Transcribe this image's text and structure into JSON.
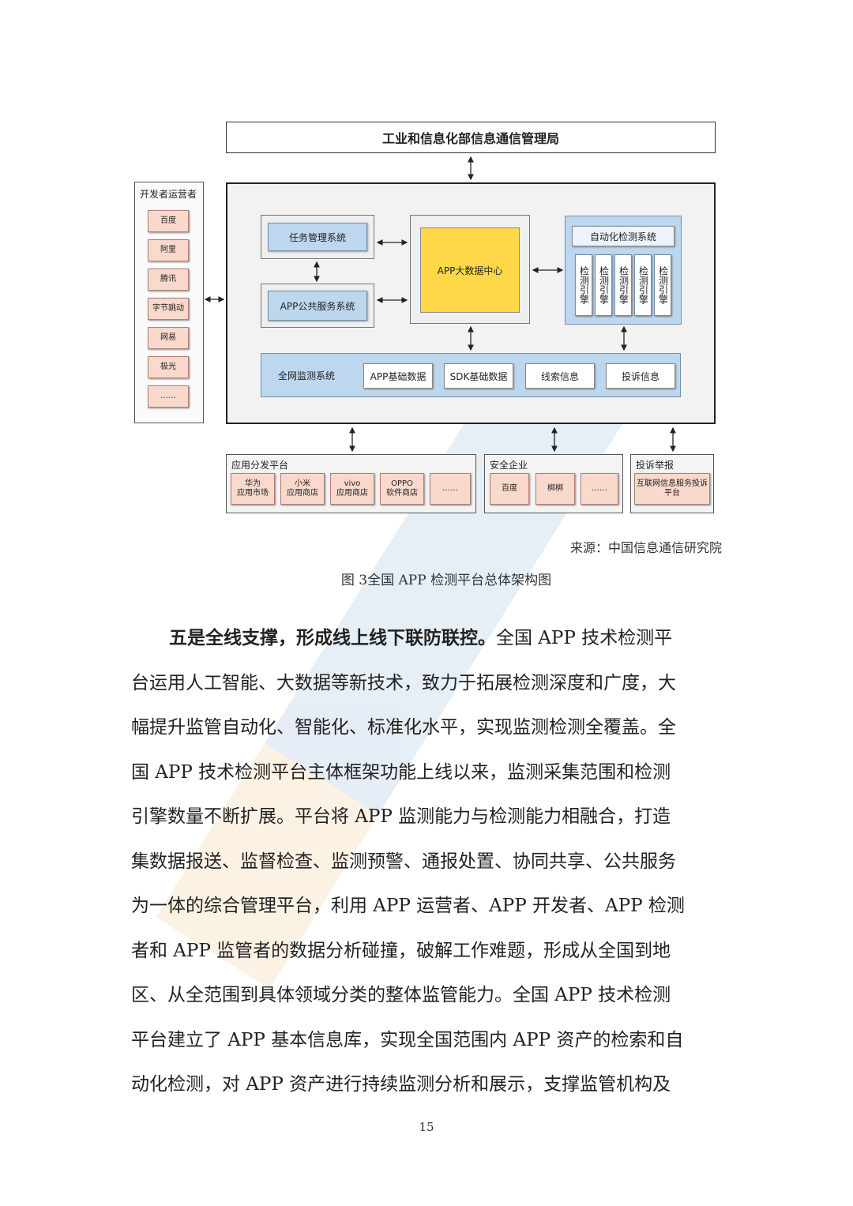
{
  "diagram": {
    "top_authority": "工业和信息化部信息通信管理局",
    "developers": {
      "title": "开发者运营者",
      "items": [
        "百度",
        "阿里",
        "腾讯",
        "字节跳动",
        "网易",
        "极光",
        "……"
      ]
    },
    "task_mgmt": "任务管理系统",
    "public_service": "APP公共服务系统",
    "big_data_center": "APP大数据中心",
    "auto_detect": {
      "title": "自动化检测系统",
      "engines": [
        "检测引擎",
        "检测引擎",
        "检测引擎",
        "检测引擎",
        "检测引擎"
      ]
    },
    "network_monitor": {
      "title": "全网监测系统",
      "items": [
        "APP基础数据",
        "SDK基础数据",
        "线索信息",
        "投诉信息"
      ]
    },
    "distribution": {
      "title": "应用分发平台",
      "items": [
        "华为\n应用市场",
        "小米\n应用商店",
        "vivo\n应用商店",
        "OPPO\n软件商店",
        "……"
      ]
    },
    "security": {
      "title": "安全企业",
      "items": [
        "百度",
        "梆梆",
        "……"
      ]
    },
    "complaint": {
      "title": "投诉举报",
      "items": [
        "互联网信息服务投诉\n平台"
      ]
    }
  },
  "source": "来源：中国信息通信研究院",
  "caption": "图 3全国 APP 检测平台总体架构图",
  "paragraph": {
    "lead": "五是全线支撑，形成线上线下联防联控。",
    "lines": [
      "全国 APP 技术检测平",
      "台运用人工智能、大数据等新技术，致力于拓展检测深度和广度，大",
      "幅提升监管自动化、智能化、标准化水平，实现监测检测全覆盖。全",
      "国 APP 技术检测平台主体框架功能上线以来，监测采集范围和检测",
      "引擎数量不断扩展。平台将 APP 监测能力与检测能力相融合，打造",
      "集数据报送、监督检查、监测预警、通报处置、协同共享、公共服务",
      "为一体的综合管理平台，利用 APP 运营者、APP 开发者、APP 检测",
      "者和 APP 监管者的数据分析碰撞，破解工作难题，形成从全国到地",
      "区、从全范围到具体领域分类的整体监管能力。全国 APP 技术检测",
      "平台建立了 APP 基本信息库，实现全国范围内 APP 资产的检索和自",
      "动化检测，对 APP 资产进行持续监测分析和展示，支撑监管机构及"
    ]
  },
  "page_number": "15",
  "colors": {
    "blue_box": "#bdd7ee",
    "yellow_box": "#ffd84a",
    "peach_box": "#f8d9cc"
  }
}
